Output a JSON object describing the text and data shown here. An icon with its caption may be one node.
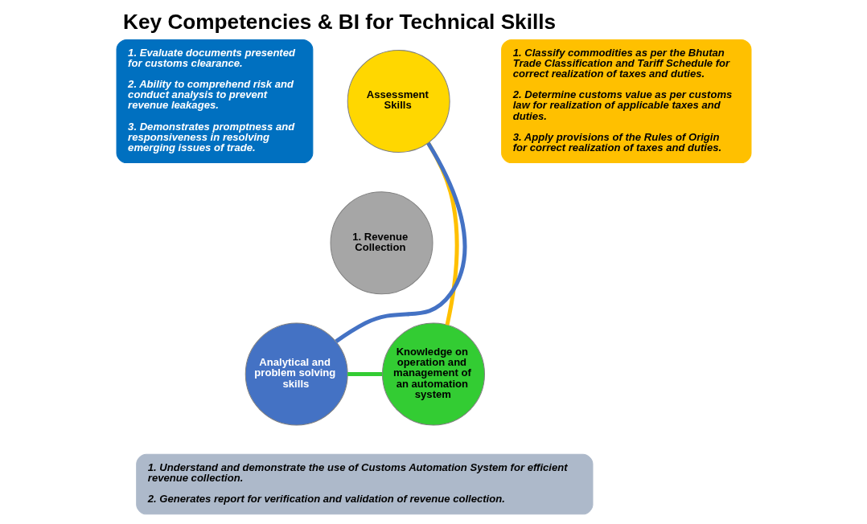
{
  "diagram": {
    "title": "Key Competencies & BI for Technical Skills",
    "nodes": [
      {
        "text": [
          "Assessment Skills"
        ]
      },
      {
        "text": [
          "1. Revenue Collection"
        ]
      },
      {
        "text": [
          "Analytical and problem solving skills"
        ]
      },
      {
        "text": [
          "Knowledge on operation and management of an automation system"
        ]
      },
      {
        "text": [
          "1. Evaluate documents presented for customs clearance.",
          "2. Ability to comprehend risk and conduct analysis to prevent revenue leakages.",
          "3. Demonstrates promptness and responsiveness in resolving emerging issues of trade."
        ]
      },
      {
        "text": [
          "1. Classify commodities as per the Bhutan Trade Classification and Tariff Schedule for correct realization of taxes and duties.",
          "2. Determine customs value as per customs law for realization of applicable taxes and duties.",
          "3. Apply provisions of the Rules of Origin for correct realization of taxes and duties."
        ]
      },
      {
        "text": [
          "1. Understand and demonstrate the use of Customs Automation System for efficient revenue collection.",
          "2. Generates report for verification and validation of revenue collection."
        ]
      }
    ],
    "edges": [
      {
        "from": 2,
        "to": 0,
        "arrow": "none",
        "color": "#4472c4"
      },
      {
        "from": 0,
        "to": 3,
        "arrow": "none",
        "color": "#ffc000"
      },
      {
        "from": 3,
        "to": 2,
        "arrow": "none",
        "color": "#33cc33"
      }
    ]
  }
}
